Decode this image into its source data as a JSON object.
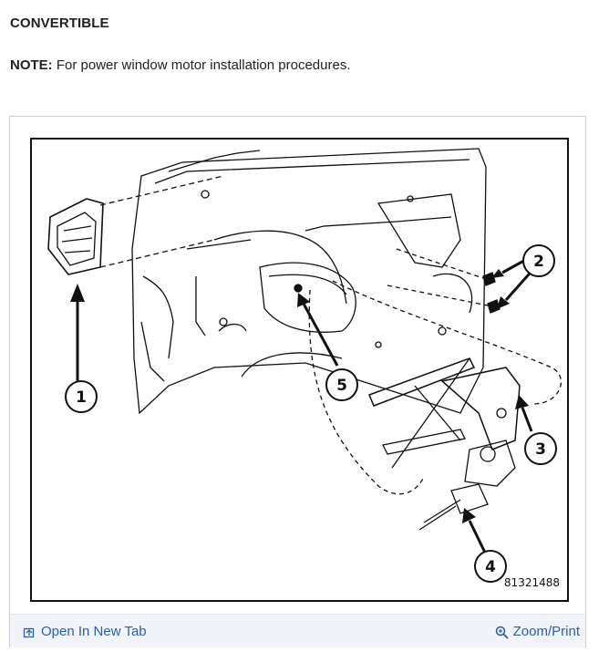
{
  "section": {
    "title": "CONVERTIBLE"
  },
  "note": {
    "label": "NOTE:",
    "text": "For power window motor installation procedures."
  },
  "figure": {
    "callouts": [
      "1",
      "2",
      "3",
      "4",
      "5"
    ],
    "figure_id": "81321488"
  },
  "footer": {
    "open_label": "Open In New Tab",
    "zoom_label": "Zoom/Print",
    "open_icon": "open-in-new-tab-icon",
    "zoom_icon": "magnifier-icon",
    "link_color": "#2a5db0"
  }
}
